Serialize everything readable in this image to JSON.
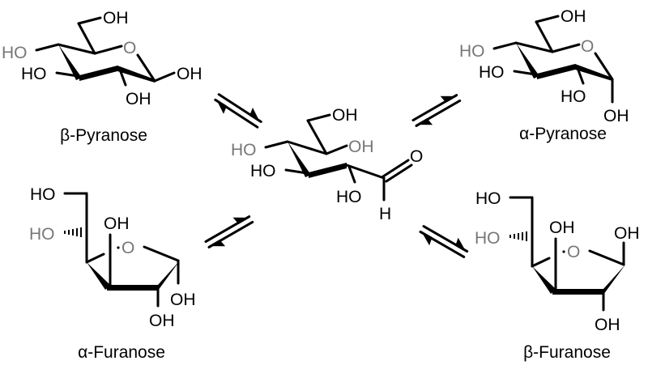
{
  "title": "Glucose ring-chain tautomerism",
  "labels": {
    "beta_pyranose": "β-Pyranose",
    "alpha_pyranose": "α-Pyranose",
    "alpha_furanose": "α-Furanose",
    "beta_furanose": "β-Furanose"
  },
  "atoms": {
    "OH": "OH",
    "HO": "HO",
    "O": "O",
    "H": "H"
  },
  "colors": {
    "bond": "#000000",
    "gray_atom": "#777777"
  }
}
